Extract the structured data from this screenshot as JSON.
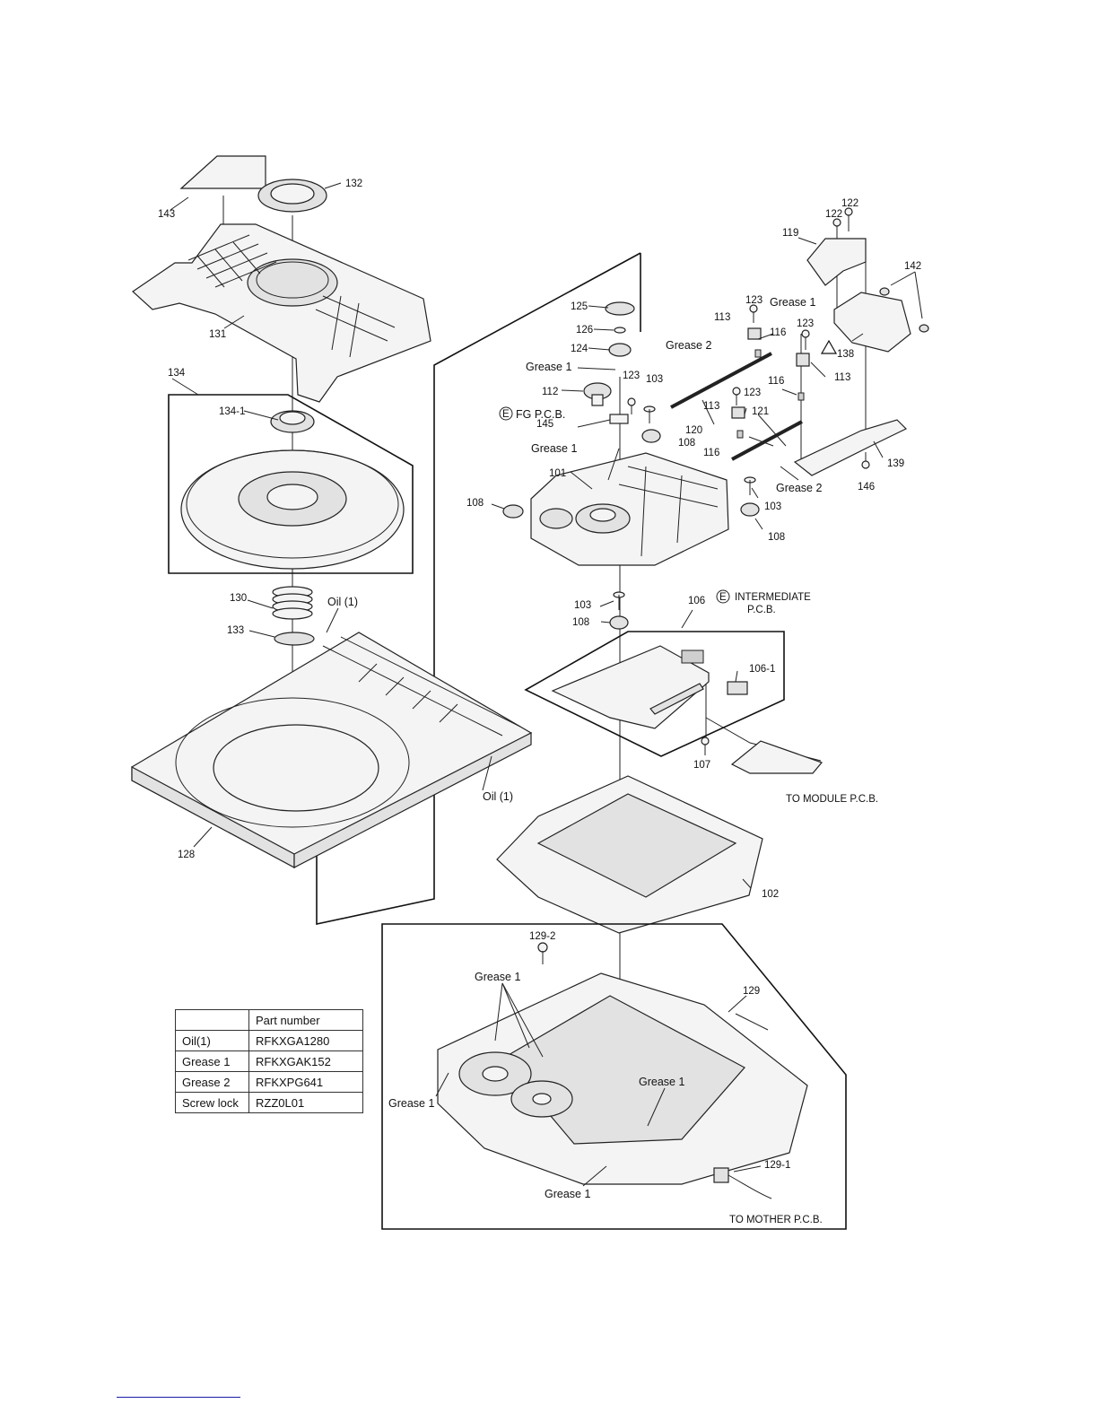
{
  "labels": {
    "p143": "143",
    "p132": "132",
    "p131": "131",
    "p134": "134",
    "p134_1": "134-1",
    "p130": "130",
    "p133": "133",
    "p128": "128",
    "p125": "125",
    "p126": "126",
    "p124": "124",
    "p123a": "123",
    "p112": "112",
    "p145": "145",
    "p101": "101",
    "p108a": "108",
    "p103a": "103",
    "p108b": "108",
    "p120": "120",
    "p113a": "113",
    "p116a": "116",
    "p123b": "123",
    "p113b": "113",
    "p123c": "123",
    "p113c": "113",
    "p116b": "116",
    "p116c": "116",
    "p121": "121",
    "p103b": "103",
    "p108c": "108",
    "p119": "119",
    "p122a": "122",
    "p122b": "122",
    "p142": "142",
    "p138": "138",
    "p139": "139",
    "p146": "146",
    "p103c": "103",
    "p108d": "108",
    "p106": "106",
    "p106_1": "106-1",
    "p107": "107",
    "p102": "102",
    "p129": "129",
    "p129_2": "129-2",
    "p129_1": "129-1"
  },
  "notes": {
    "oil1_top": "Oil (1)",
    "oil1_bottom": "Oil (1)",
    "grease2_a": "Grease 2",
    "grease2_b": "Grease 2",
    "grease1_119": "Grease 1",
    "grease1_124": "Grease 1",
    "grease1_101": "Grease 1",
    "grease1_gear": "Grease 1",
    "grease1_left": "Grease 1",
    "grease1_right": "Grease 1",
    "grease1_bottom": "Grease 1",
    "fg_pcb": "FG P.C.B.",
    "intermediate_1": "INTERMEDIATE",
    "intermediate_2": "P.C.B.",
    "to_module": "TO MODULE P.C.B.",
    "to_mother": "TO MOTHER P.C.B.",
    "circle_e": "E"
  },
  "table": {
    "header": [
      "",
      "Part number"
    ],
    "rows": [
      [
        "Oil(1)",
        "RFKXGA1280"
      ],
      [
        "Grease 1",
        "RFKXGAK152"
      ],
      [
        "Grease 2",
        "RFKXPG641"
      ],
      [
        "Screw lock",
        "RZZ0L01"
      ]
    ]
  },
  "colors": {
    "line": "#222222",
    "footer_rule": "#1a1aa8"
  }
}
